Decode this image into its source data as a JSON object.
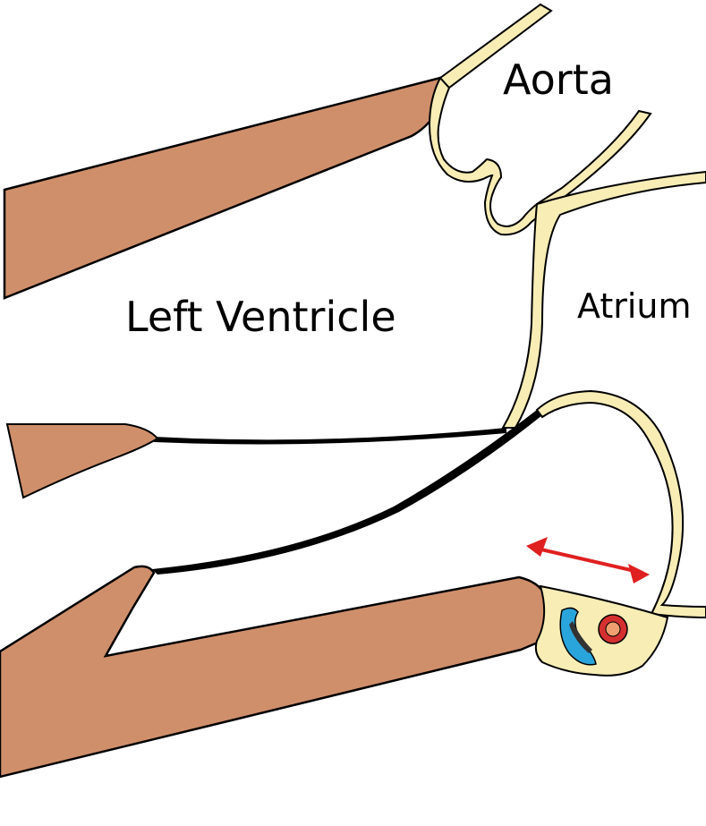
{
  "labels": {
    "aorta": "Aorta",
    "left_ventricle": "Left Ventricle",
    "atrium": "Atrium"
  },
  "colors": {
    "muscle": "#d08f6b",
    "valve_tissue": "#f7edb5",
    "outline": "#000000",
    "arrow": "#e02020",
    "artery": "#d43030",
    "artery_lumen": "#f0a070",
    "vein": "#2aa5dc",
    "vein_inner": "#333333",
    "background": "#ffffff"
  },
  "icons": {
    "arrow": "double-headed-arrow",
    "artery": "red-ring-vessel",
    "vein": "blue-crescent-vessel"
  }
}
